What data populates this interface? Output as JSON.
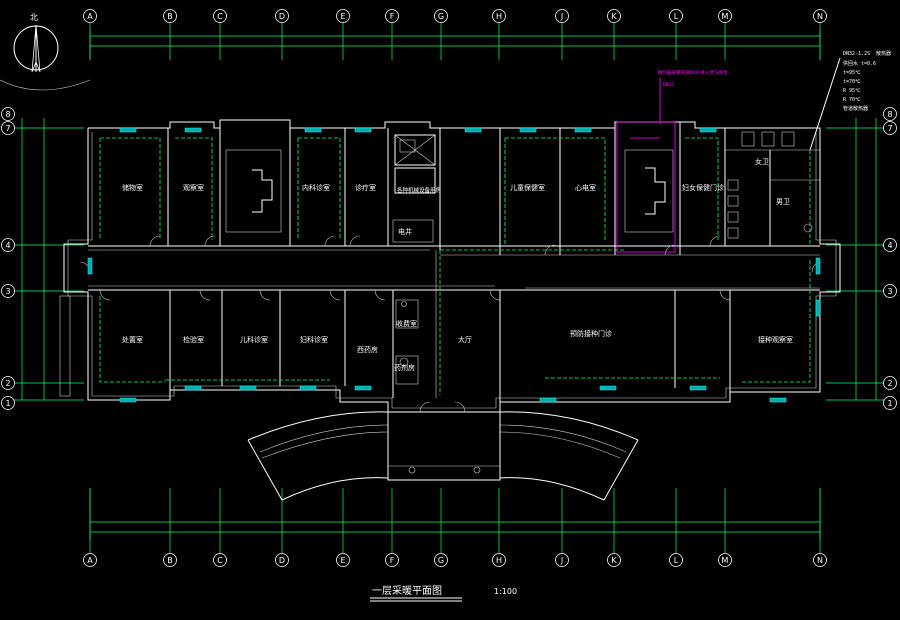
{
  "drawing": {
    "title": "一层采暖平面图",
    "scale": "1:100",
    "north_label": "北"
  },
  "axes": {
    "top_letters": [
      "A",
      "B",
      "C",
      "D",
      "E",
      "F",
      "G",
      "H",
      "J",
      "K",
      "L",
      "M",
      "N"
    ],
    "left_numbers": [
      "8",
      "7",
      "4",
      "3",
      "2",
      "1"
    ],
    "right_numbers": [
      "8",
      "7",
      "4",
      "3",
      "2",
      "1"
    ]
  },
  "rooms_north": [
    "储物室",
    "观察室",
    "内科诊室",
    "诊疗室",
    "各种机械设备用房",
    "儿童保健室",
    "心电室",
    "妇女保健门诊",
    "女卫",
    "男卫"
  ],
  "rooms_south": [
    "处置室",
    "检验室",
    "儿科诊室",
    "妇科诊室",
    "西药房",
    "大厅",
    "预防接种门诊",
    "接种观察室"
  ],
  "small_rooms": [
    "电井",
    "收费室",
    "药剂房"
  ],
  "legend": {
    "header": [
      "DN32-1.2S",
      "散热器"
    ],
    "lines": [
      "供回水 t=0.6",
      "t=95℃",
      "t=70℃",
      "R 95℃",
      "R 70℃",
      "管道散热器"
    ]
  },
  "magenta_note": [
    "散热器采暖管道DN32进入地沟保温",
    "DN32"
  ],
  "colors": {
    "background": "#000000",
    "walls": "#ffffff",
    "dimensions": "#00ff66",
    "radiators": "#00ffff",
    "notes": "#ff00ff"
  }
}
